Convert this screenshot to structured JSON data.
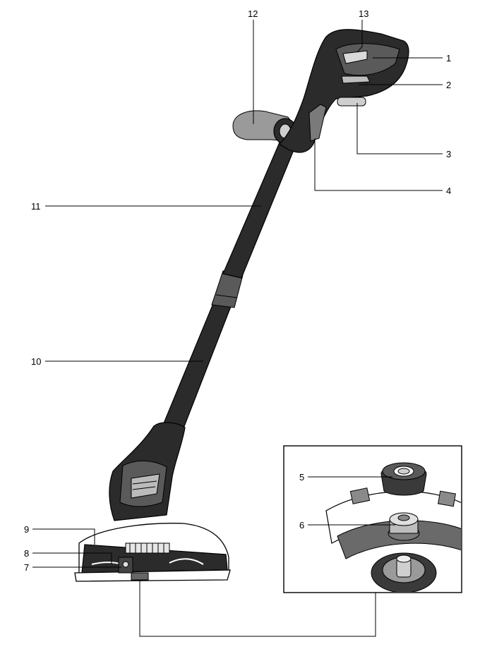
{
  "figure": {
    "callouts": [
      {
        "id": "c1",
        "label": "1"
      },
      {
        "id": "c2",
        "label": "2"
      },
      {
        "id": "c3",
        "label": "3"
      },
      {
        "id": "c4",
        "label": "4"
      },
      {
        "id": "c5",
        "label": "5"
      },
      {
        "id": "c6",
        "label": "6"
      },
      {
        "id": "c7",
        "label": "7"
      },
      {
        "id": "c8",
        "label": "8"
      },
      {
        "id": "c9",
        "label": "9"
      },
      {
        "id": "c10",
        "label": "10"
      },
      {
        "id": "c11",
        "label": "11"
      },
      {
        "id": "c12",
        "label": "12"
      },
      {
        "id": "c13",
        "label": "13"
      }
    ]
  }
}
